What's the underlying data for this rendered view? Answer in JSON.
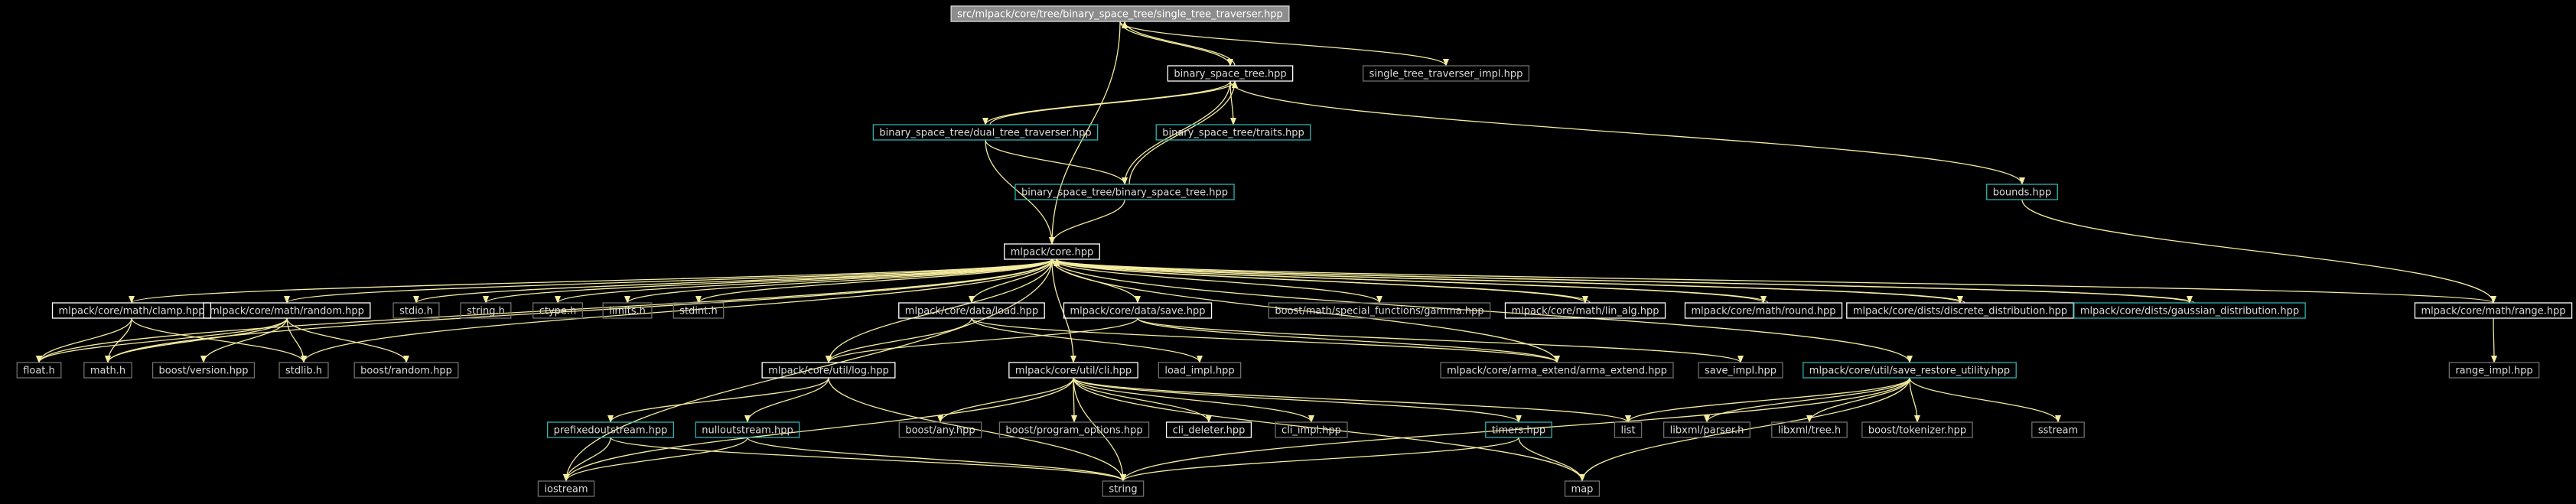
{
  "graph": {
    "colors": {
      "background": "#000000",
      "node_text": "#dcdcdc",
      "edge": "#f5eca0",
      "border_default": "#6e6e6e",
      "border_documented": "#ffffff",
      "border_linked": "#2fb3b3",
      "root_fill": "#8c8c8c",
      "root_border": "#cccccc",
      "root_text": "#ffffff"
    },
    "nodes": [
      {
        "id": "root",
        "label": "src/mlpack/core/tree/binary_space_tree/single_tree_traverser.hpp",
        "kind": "root"
      },
      {
        "id": "bst",
        "label": "binary_space_tree.hpp",
        "kind": "documented"
      },
      {
        "id": "stti",
        "label": "single_tree_traverser_impl.hpp",
        "kind": "default"
      },
      {
        "id": "dtt",
        "label": "binary_space_tree/dual_tree_traverser.hpp",
        "kind": "linked"
      },
      {
        "id": "traits",
        "label": "binary_space_tree/traits.hpp",
        "kind": "linked"
      },
      {
        "id": "bstbst",
        "label": "binary_space_tree/binary_space_tree.hpp",
        "kind": "linked"
      },
      {
        "id": "bounds",
        "label": "bounds.hpp",
        "kind": "linked"
      },
      {
        "id": "core",
        "label": "mlpack/core.hpp",
        "kind": "documented"
      },
      {
        "id": "clamp",
        "label": "mlpack/core/math/clamp.hpp",
        "kind": "documented"
      },
      {
        "id": "random",
        "label": "mlpack/core/math/random.hpp",
        "kind": "documented"
      },
      {
        "id": "stdio",
        "label": "stdio.h",
        "kind": "default"
      },
      {
        "id": "string_h",
        "label": "string.h",
        "kind": "default"
      },
      {
        "id": "ctype",
        "label": "ctype.h",
        "kind": "default"
      },
      {
        "id": "limits",
        "label": "limits.h",
        "kind": "default"
      },
      {
        "id": "stdint",
        "label": "stdint.h",
        "kind": "default"
      },
      {
        "id": "load",
        "label": "mlpack/core/data/load.hpp",
        "kind": "documented"
      },
      {
        "id": "save",
        "label": "mlpack/core/data/save.hpp",
        "kind": "documented"
      },
      {
        "id": "gamma",
        "label": "boost/math/special_functions/gamma.hpp",
        "kind": "default"
      },
      {
        "id": "linalg",
        "label": "mlpack/core/math/lin_alg.hpp",
        "kind": "documented"
      },
      {
        "id": "round",
        "label": "mlpack/core/math/round.hpp",
        "kind": "documented"
      },
      {
        "id": "discrete",
        "label": "mlpack/core/dists/discrete_distribution.hpp",
        "kind": "documented"
      },
      {
        "id": "gaussian",
        "label": "mlpack/core/dists/gaussian_distribution.hpp",
        "kind": "linked"
      },
      {
        "id": "range",
        "label": "mlpack/core/math/range.hpp",
        "kind": "documented"
      },
      {
        "id": "float",
        "label": "float.h",
        "kind": "default"
      },
      {
        "id": "math",
        "label": "math.h",
        "kind": "default"
      },
      {
        "id": "bversion",
        "label": "boost/version.hpp",
        "kind": "default"
      },
      {
        "id": "stdlib",
        "label": "stdlib.h",
        "kind": "default"
      },
      {
        "id": "brandom",
        "label": "boost/random.hpp",
        "kind": "default"
      },
      {
        "id": "log",
        "label": "mlpack/core/util/log.hpp",
        "kind": "documented"
      },
      {
        "id": "cli",
        "label": "mlpack/core/util/cli.hpp",
        "kind": "documented"
      },
      {
        "id": "loadimpl",
        "label": "load_impl.hpp",
        "kind": "default"
      },
      {
        "id": "armaext",
        "label": "mlpack/core/arma_extend/arma_extend.hpp",
        "kind": "default"
      },
      {
        "id": "saveimpl",
        "label": "save_impl.hpp",
        "kind": "default"
      },
      {
        "id": "saverestore",
        "label": "mlpack/core/util/save_restore_utility.hpp",
        "kind": "linked"
      },
      {
        "id": "rangeimpl",
        "label": "range_impl.hpp",
        "kind": "default"
      },
      {
        "id": "prefixed",
        "label": "prefixedoutstream.hpp",
        "kind": "linked"
      },
      {
        "id": "nullout",
        "label": "nulloutstream.hpp",
        "kind": "linked"
      },
      {
        "id": "bany",
        "label": "boost/any.hpp",
        "kind": "default"
      },
      {
        "id": "bpo",
        "label": "boost/program_options.hpp",
        "kind": "default"
      },
      {
        "id": "clideleter",
        "label": "cli_deleter.hpp",
        "kind": "documented"
      },
      {
        "id": "cliimpl",
        "label": "cli_impl.hpp",
        "kind": "default"
      },
      {
        "id": "timers",
        "label": "timers.hpp",
        "kind": "linked"
      },
      {
        "id": "list",
        "label": "list",
        "kind": "default"
      },
      {
        "id": "libxmlparser",
        "label": "libxml/parser.h",
        "kind": "default"
      },
      {
        "id": "libxmltree",
        "label": "libxml/tree.h",
        "kind": "default"
      },
      {
        "id": "btokenizer",
        "label": "boost/tokenizer.hpp",
        "kind": "default"
      },
      {
        "id": "sstream",
        "label": "sstream",
        "kind": "default"
      },
      {
        "id": "iostream",
        "label": "iostream",
        "kind": "default"
      },
      {
        "id": "string",
        "label": "string",
        "kind": "default"
      },
      {
        "id": "map",
        "label": "map",
        "kind": "default"
      }
    ],
    "edges": [
      [
        "root",
        "bst"
      ],
      [
        "root",
        "stti"
      ],
      [
        "root",
        "core"
      ],
      [
        "bst",
        "root"
      ],
      [
        "bst",
        "dtt"
      ],
      [
        "bst",
        "traits"
      ],
      [
        "bst",
        "bstbst"
      ],
      [
        "bst",
        "bounds"
      ],
      [
        "dtt",
        "bst"
      ],
      [
        "dtt",
        "core"
      ],
      [
        "dtt",
        "bstbst"
      ],
      [
        "bstbst",
        "bst"
      ],
      [
        "bstbst",
        "core"
      ],
      [
        "bounds",
        "range"
      ],
      [
        "core",
        "clamp"
      ],
      [
        "core",
        "random"
      ],
      [
        "core",
        "stdio"
      ],
      [
        "core",
        "string_h"
      ],
      [
        "core",
        "ctype"
      ],
      [
        "core",
        "limits"
      ],
      [
        "core",
        "stdint"
      ],
      [
        "core",
        "load"
      ],
      [
        "core",
        "save"
      ],
      [
        "core",
        "gamma"
      ],
      [
        "core",
        "linalg"
      ],
      [
        "core",
        "round"
      ],
      [
        "core",
        "discrete"
      ],
      [
        "core",
        "gaussian"
      ],
      [
        "core",
        "range"
      ],
      [
        "core",
        "float"
      ],
      [
        "core",
        "math"
      ],
      [
        "core",
        "stdlib"
      ],
      [
        "core",
        "log"
      ],
      [
        "core",
        "cli"
      ],
      [
        "core",
        "armaext"
      ],
      [
        "core",
        "saverestore"
      ],
      [
        "core",
        "iostream"
      ],
      [
        "clamp",
        "float"
      ],
      [
        "clamp",
        "math"
      ],
      [
        "clamp",
        "stdlib"
      ],
      [
        "random",
        "float"
      ],
      [
        "random",
        "math"
      ],
      [
        "random",
        "bversion"
      ],
      [
        "random",
        "stdlib"
      ],
      [
        "random",
        "brandom"
      ],
      [
        "load",
        "log"
      ],
      [
        "load",
        "loadimpl"
      ],
      [
        "load",
        "armaext"
      ],
      [
        "save",
        "log"
      ],
      [
        "save",
        "armaext"
      ],
      [
        "save",
        "saveimpl"
      ],
      [
        "linalg",
        "core"
      ],
      [
        "round",
        "core"
      ],
      [
        "discrete",
        "core"
      ],
      [
        "gaussian",
        "core"
      ],
      [
        "range",
        "rangeimpl"
      ],
      [
        "log",
        "prefixed"
      ],
      [
        "log",
        "nullout"
      ],
      [
        "log",
        "string"
      ],
      [
        "cli",
        "string"
      ],
      [
        "cli",
        "map"
      ],
      [
        "cli",
        "list"
      ],
      [
        "cli",
        "iostream"
      ],
      [
        "cli",
        "bany"
      ],
      [
        "cli",
        "bpo"
      ],
      [
        "cli",
        "clideleter"
      ],
      [
        "cli",
        "cliimpl"
      ],
      [
        "cli",
        "timers"
      ],
      [
        "saverestore",
        "list"
      ],
      [
        "saverestore",
        "libxmlparser"
      ],
      [
        "saverestore",
        "libxmltree"
      ],
      [
        "saverestore",
        "btokenizer"
      ],
      [
        "saverestore",
        "sstream"
      ],
      [
        "saverestore",
        "map"
      ],
      [
        "saverestore",
        "string"
      ],
      [
        "prefixed",
        "iostream"
      ],
      [
        "prefixed",
        "string"
      ],
      [
        "nullout",
        "iostream"
      ],
      [
        "nullout",
        "string"
      ],
      [
        "timers",
        "map"
      ],
      [
        "timers",
        "string"
      ]
    ]
  }
}
